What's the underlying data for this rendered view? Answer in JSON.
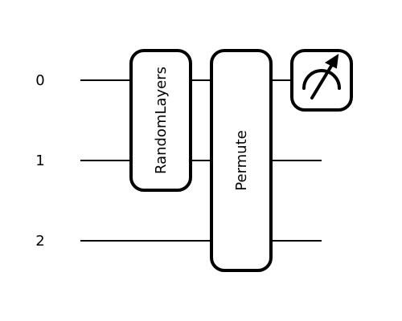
{
  "diagram": {
    "wires": [
      {
        "label": "0"
      },
      {
        "label": "1"
      },
      {
        "label": "2"
      }
    ],
    "gates": [
      {
        "label": "RandomLayers",
        "wires": [
          0,
          1
        ]
      },
      {
        "label": "Permute",
        "wires": [
          0,
          1,
          2
        ]
      }
    ],
    "measurement": {
      "wire": 0,
      "icon": "measurement-meter-icon"
    },
    "colors": {
      "stroke": "#000000",
      "fill": "#ffffff"
    }
  }
}
